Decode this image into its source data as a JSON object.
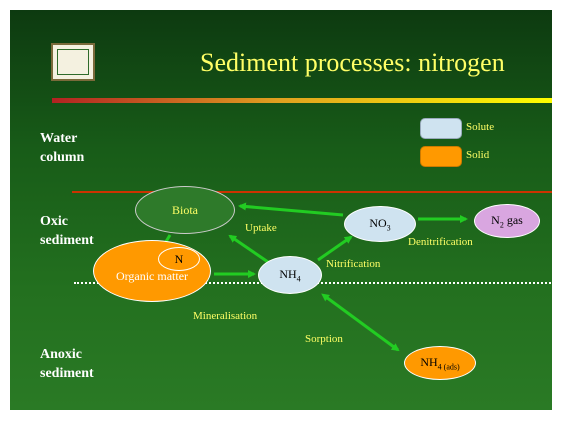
{
  "title": "Sediment processes: nitrogen",
  "colors": {
    "accent": "#ffff66",
    "solute": "#cfe3f0",
    "solid": "#ff9900",
    "biota": "#2e7a2a",
    "gas": "#d9a6e0",
    "arrow": "#22cc22"
  },
  "icons": {
    "logo": "institution-logo"
  },
  "zones": {
    "water": [
      "Water",
      "column"
    ],
    "oxic": [
      "Oxic",
      "sediment"
    ],
    "anoxic": [
      "Anoxic",
      "sediment"
    ]
  },
  "legend": {
    "solute": "Solute",
    "solid": "Solid"
  },
  "nodes": {
    "biota": "Biota",
    "n": "N",
    "organic": "Organic matter",
    "nh4": {
      "main": "NH",
      "sub": "4"
    },
    "no3": {
      "main": "NO",
      "sub": "3"
    },
    "n2": {
      "main": "N",
      "sub": "2",
      "tail": " gas"
    },
    "nh4ads": {
      "main": "NH",
      "sub": "4 (ads)"
    }
  },
  "processes": {
    "uptake": "Uptake",
    "nitrification": "Nitrification",
    "denitrification": "Denitrification",
    "mineralisation": "Mineralisation",
    "sorption": "Sorption"
  }
}
